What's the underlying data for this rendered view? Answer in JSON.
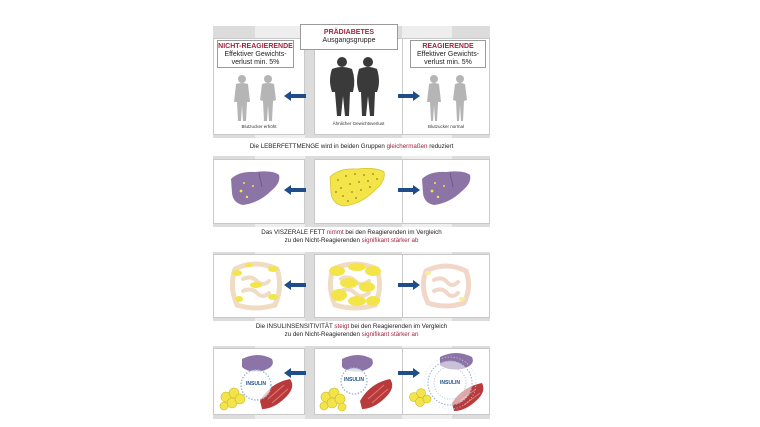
{
  "header": {
    "center_title": "PRÄDIABETES",
    "center_subtitle": "Ausgangsgruppe",
    "left_title": "NICHT-REAGIERENDE",
    "left_line1": "Effektiver Gewichts-",
    "left_line2": "verlust min. 5%",
    "right_title": "REAGIERENDE",
    "right_line1": "Effektiver Gewichts-",
    "right_line2": "verlust min. 5%"
  },
  "captions": {
    "left": "Blutzucker erhöht",
    "center": "Ähnlicher Gewichtsverlust",
    "right": "Blutzucker normal"
  },
  "band1": {
    "pre": "Die LEBERFETTMENGE wird in beiden Gruppen ",
    "em": "gleichermaßen",
    "post": " reduziert"
  },
  "band2": {
    "line1_pre": "Das VISZERALE FETT ",
    "line1_em": "nimmt",
    "line1_post": " bei den Reagierenden im Vergleich",
    "line2_pre": "zu den Nicht-Reagierenden ",
    "line2_em": "signifikant stärker ab"
  },
  "band3": {
    "line1_pre": "Die INSULINSENSITIVITÄT ",
    "line1_em": "steigt",
    "line1_post": " bei den Reagierenden im Vergleich",
    "line2_pre": "zu den Nicht-Reagierenden ",
    "line2_em": "signifikant stärker an"
  },
  "insulin_label": "INSULIN",
  "icons": [
    "person-icon",
    "liver-icon",
    "intestine-icon",
    "pancreas-icon",
    "muscle-icon",
    "fat-tissue-icon",
    "arrow-left-icon",
    "arrow-right-icon"
  ],
  "colors": {
    "accent_red": "#a22440",
    "arrow_blue": "#1f4d8a",
    "liver_purple": "#8c74a6",
    "fat_yellow": "#f3e44a",
    "silhouette_dark": "#3a3a3a",
    "silhouette_light": "#b5b5b5"
  }
}
